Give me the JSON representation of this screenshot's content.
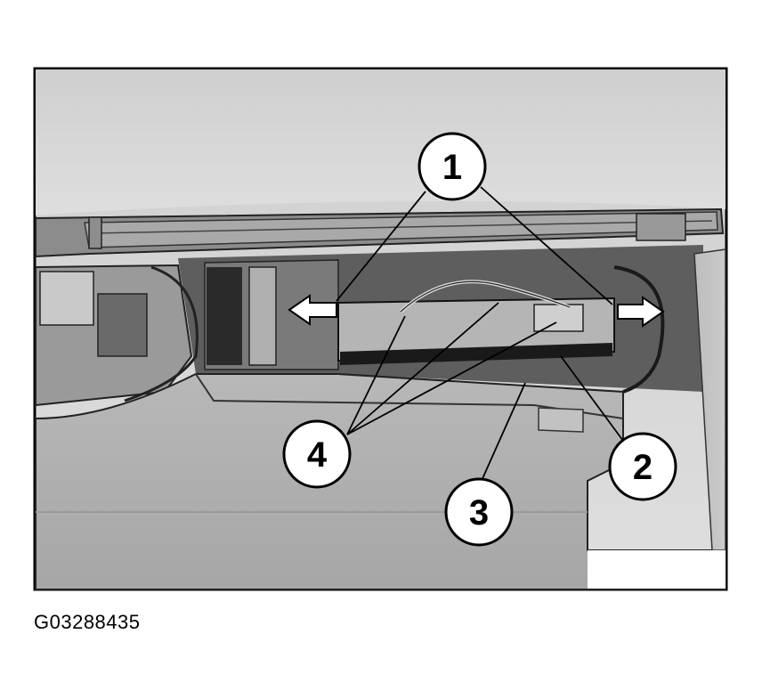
{
  "figure": {
    "callouts": [
      {
        "id": "1",
        "label": "1"
      },
      {
        "id": "2",
        "label": "2"
      },
      {
        "id": "3",
        "label": "3"
      },
      {
        "id": "4",
        "label": "4"
      }
    ],
    "caption": "G03288435"
  }
}
